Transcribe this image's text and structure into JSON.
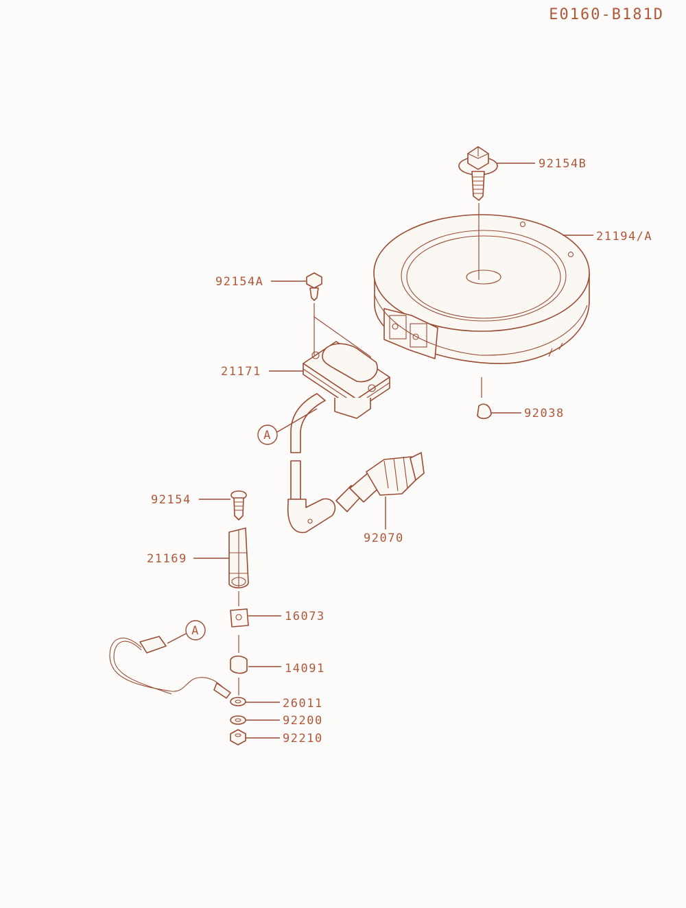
{
  "diagram_code": "E0160-B181D",
  "callouts": {
    "c_92154B": "92154B",
    "c_21194A": "21194/A",
    "c_92154A": "92154A",
    "c_21171": "21171",
    "c_92038": "92038",
    "c_92154": "92154",
    "c_92070": "92070",
    "c_21169": "21169",
    "c_16073": "16073",
    "c_14091": "14091",
    "c_26011": "26011",
    "c_92200": "92200",
    "c_92210": "92210"
  },
  "markers": {
    "ref_a_top": "A",
    "ref_a_bottom": "A"
  },
  "colors": {
    "line": "#9a4a32",
    "text": "#b0573a",
    "background": "#fdfcfa"
  }
}
